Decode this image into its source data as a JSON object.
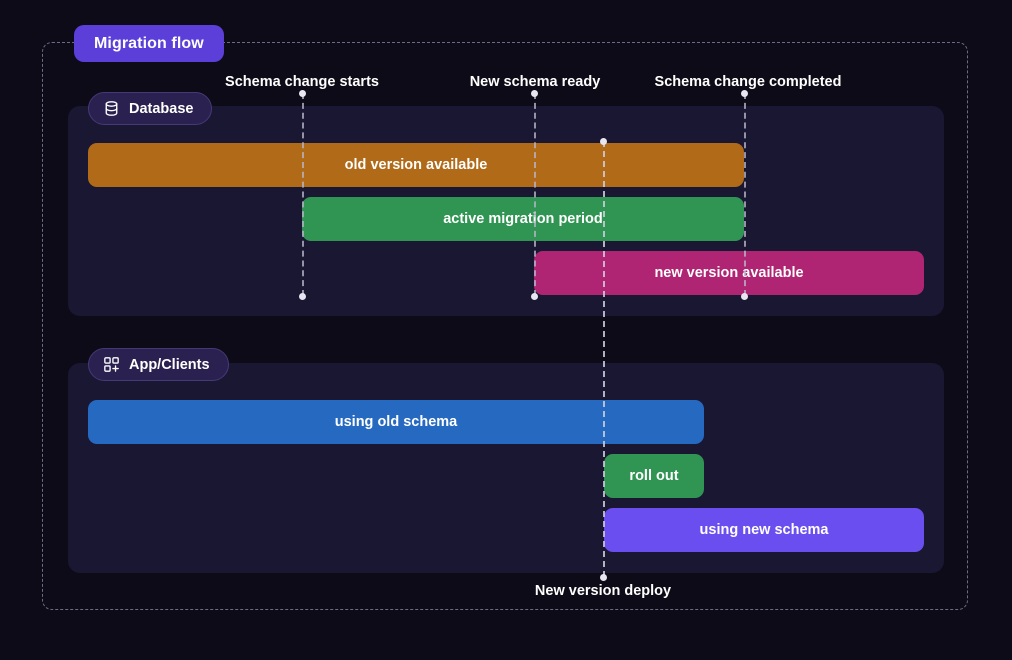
{
  "diagram": {
    "title": "Migration flow",
    "background_color": "#0d0b17",
    "frame_color": "#6f6b86"
  },
  "milestones": {
    "schema_change_starts": "Schema change starts",
    "new_schema_ready": "New schema ready",
    "schema_change_completed": "Schema change completed",
    "new_version_deploy": "New version deploy"
  },
  "lanes": [
    {
      "id": "database",
      "label": "Database",
      "icon": "database-icon",
      "bars": [
        {
          "id": "old-version",
          "label": "old version available",
          "color": "#b06a18"
        },
        {
          "id": "active-mig",
          "label": "active migration period",
          "color": "#309553"
        },
        {
          "id": "new-version",
          "label": "new version available",
          "color": "#b02573"
        }
      ]
    },
    {
      "id": "app-clients",
      "label": "App/Clients",
      "icon": "app-grid-plus-icon",
      "bars": [
        {
          "id": "old-schema",
          "label": "using old schema",
          "color": "#2669c0"
        },
        {
          "id": "roll-out",
          "label": "roll out",
          "color": "#309553"
        },
        {
          "id": "new-schema",
          "label": "using new schema",
          "color": "#6b4ef0"
        }
      ]
    }
  ]
}
